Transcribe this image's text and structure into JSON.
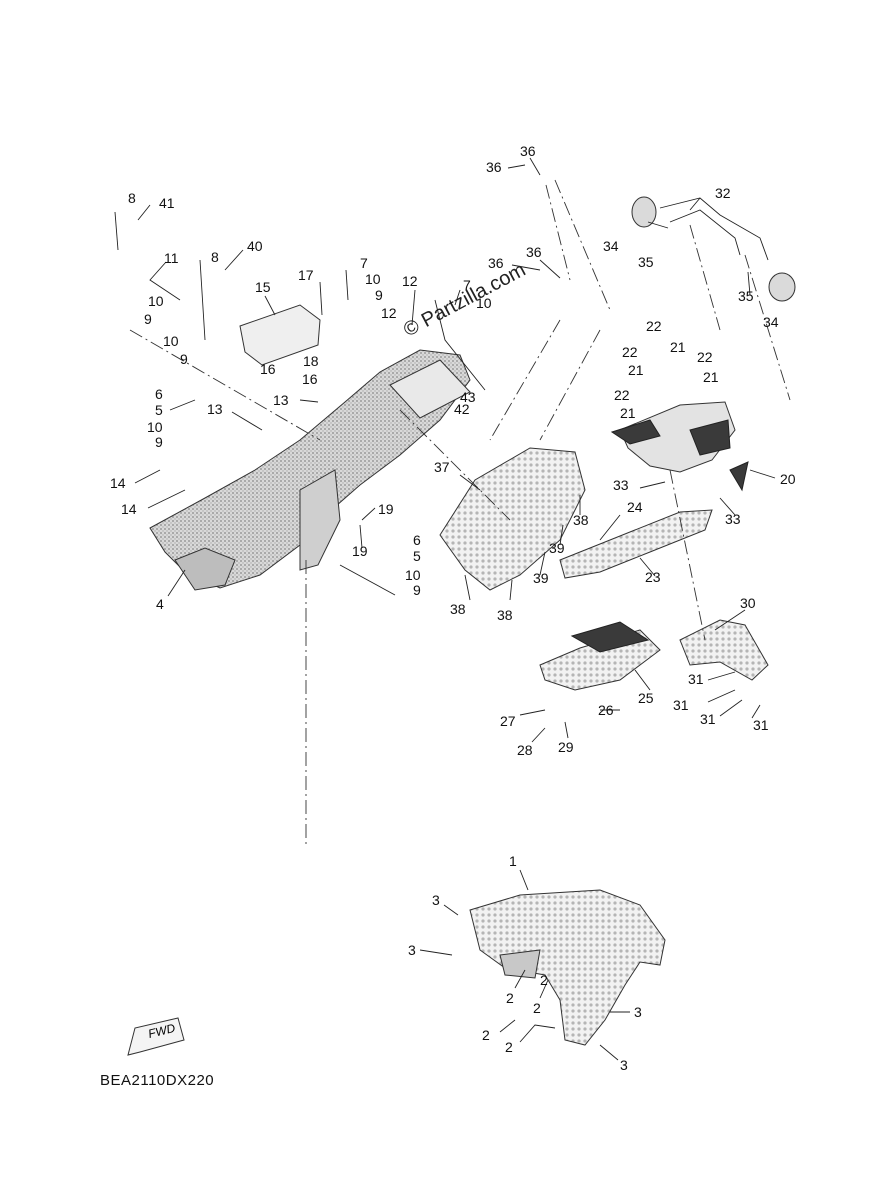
{
  "watermark": "© Partzilla.com",
  "diagram_code": "BEA2110DX220",
  "fwd_label": "FWD",
  "colors": {
    "line": "#222222",
    "part_fill": "#e6e6e6",
    "dark_fill": "#3a3a3a"
  },
  "callouts": [
    {
      "n": "1"
    },
    {
      "n": "2"
    },
    {
      "n": "2"
    },
    {
      "n": "2"
    },
    {
      "n": "2"
    },
    {
      "n": "2"
    },
    {
      "n": "3"
    },
    {
      "n": "3"
    },
    {
      "n": "3"
    },
    {
      "n": "3"
    },
    {
      "n": "4"
    },
    {
      "n": "5"
    },
    {
      "n": "5"
    },
    {
      "n": "6"
    },
    {
      "n": "6"
    },
    {
      "n": "7"
    },
    {
      "n": "7"
    },
    {
      "n": "8"
    },
    {
      "n": "8"
    },
    {
      "n": "9"
    },
    {
      "n": "9"
    },
    {
      "n": "9"
    },
    {
      "n": "9"
    },
    {
      "n": "9"
    },
    {
      "n": "10"
    },
    {
      "n": "10"
    },
    {
      "n": "10"
    },
    {
      "n": "10"
    },
    {
      "n": "10"
    },
    {
      "n": "10"
    },
    {
      "n": "11"
    },
    {
      "n": "12"
    },
    {
      "n": "12"
    },
    {
      "n": "13"
    },
    {
      "n": "13"
    },
    {
      "n": "14"
    },
    {
      "n": "14"
    },
    {
      "n": "15"
    },
    {
      "n": "16"
    },
    {
      "n": "16"
    },
    {
      "n": "17"
    },
    {
      "n": "18"
    },
    {
      "n": "19"
    },
    {
      "n": "19"
    },
    {
      "n": "20"
    },
    {
      "n": "21"
    },
    {
      "n": "21"
    },
    {
      "n": "21"
    },
    {
      "n": "21"
    },
    {
      "n": "22"
    },
    {
      "n": "22"
    },
    {
      "n": "22"
    },
    {
      "n": "22"
    },
    {
      "n": "23"
    },
    {
      "n": "24"
    },
    {
      "n": "25"
    },
    {
      "n": "26"
    },
    {
      "n": "27"
    },
    {
      "n": "28"
    },
    {
      "n": "29"
    },
    {
      "n": "30"
    },
    {
      "n": "31"
    },
    {
      "n": "31"
    },
    {
      "n": "31"
    },
    {
      "n": "31"
    },
    {
      "n": "32"
    },
    {
      "n": "33"
    },
    {
      "n": "33"
    },
    {
      "n": "34"
    },
    {
      "n": "34"
    },
    {
      "n": "35"
    },
    {
      "n": "35"
    },
    {
      "n": "36"
    },
    {
      "n": "36"
    },
    {
      "n": "36"
    },
    {
      "n": "36"
    },
    {
      "n": "37"
    },
    {
      "n": "38"
    },
    {
      "n": "38"
    },
    {
      "n": "38"
    },
    {
      "n": "39"
    },
    {
      "n": "39"
    },
    {
      "n": "40"
    },
    {
      "n": "41"
    },
    {
      "n": "42"
    },
    {
      "n": "43"
    }
  ]
}
